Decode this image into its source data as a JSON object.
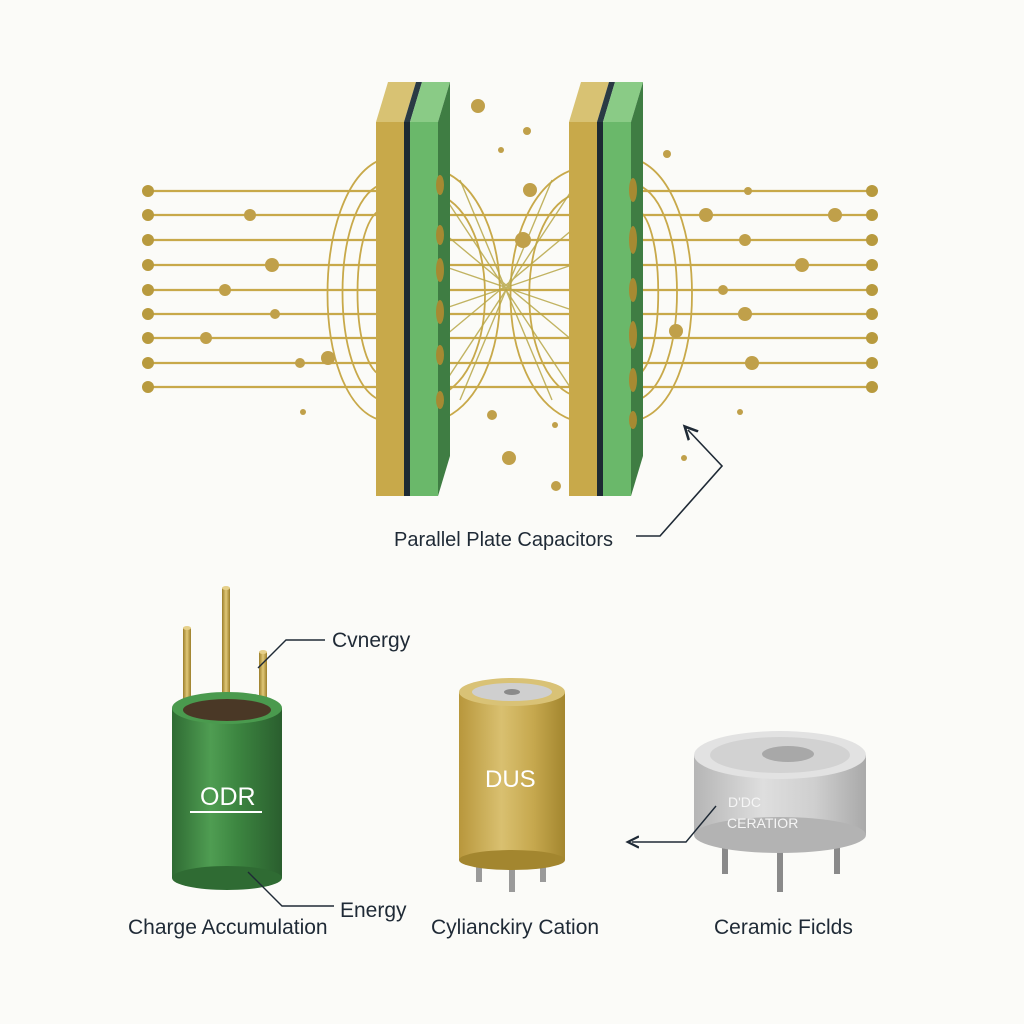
{
  "labels": {
    "parallel": "Parallel Plate Capacitors",
    "cvnergy": "Cvnergy",
    "energy": "Energy",
    "charge": "Charge Accumulation",
    "cylindrical": "Cylianckiry Cation",
    "ceramic": "Ceramic Ficlds"
  },
  "capacitors": {
    "green": {
      "marking": "ODR"
    },
    "gold": {
      "marking": "DUS"
    },
    "ceramic": {
      "marking_line1": "D'DC",
      "marking_line2": "CERATIOR"
    }
  },
  "colors": {
    "background": "#fbfbf8",
    "gold": "#c8a94a",
    "gold_dark": "#a68a32",
    "plate_green": "#6ab86a",
    "plate_green_dark": "#3f7d43",
    "dark_gap": "#1d2a33",
    "cap_green": "#3f8a43",
    "cap_gold": "#c9ad55",
    "ceramic_grey": "#c9c9c9",
    "arrow": "#1f2a36"
  }
}
